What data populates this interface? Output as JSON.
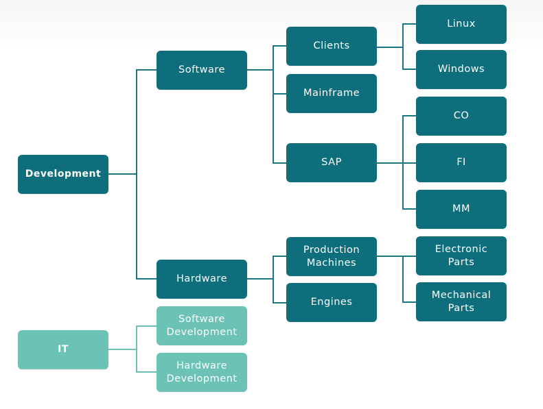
{
  "colors": {
    "primary": "#0f6e7b",
    "secondary": "#6dc2b6"
  },
  "nodes": {
    "development": "Development",
    "software": "Software",
    "hardware": "Hardware",
    "clients": "Clients",
    "mainframe": "Mainframe",
    "sap": "SAP",
    "production_machines": "Production\nMachines",
    "engines": "Engines",
    "linux": "Linux",
    "windows": "Windows",
    "co": "CO",
    "fi": "FI",
    "mm": "MM",
    "electronic_parts": "Electronic\nParts",
    "mechanical_parts": "Mechanical\nParts",
    "it": "IT",
    "software_development": "Software\nDevelopment",
    "hardware_development": "Hardware\nDevelopment"
  }
}
